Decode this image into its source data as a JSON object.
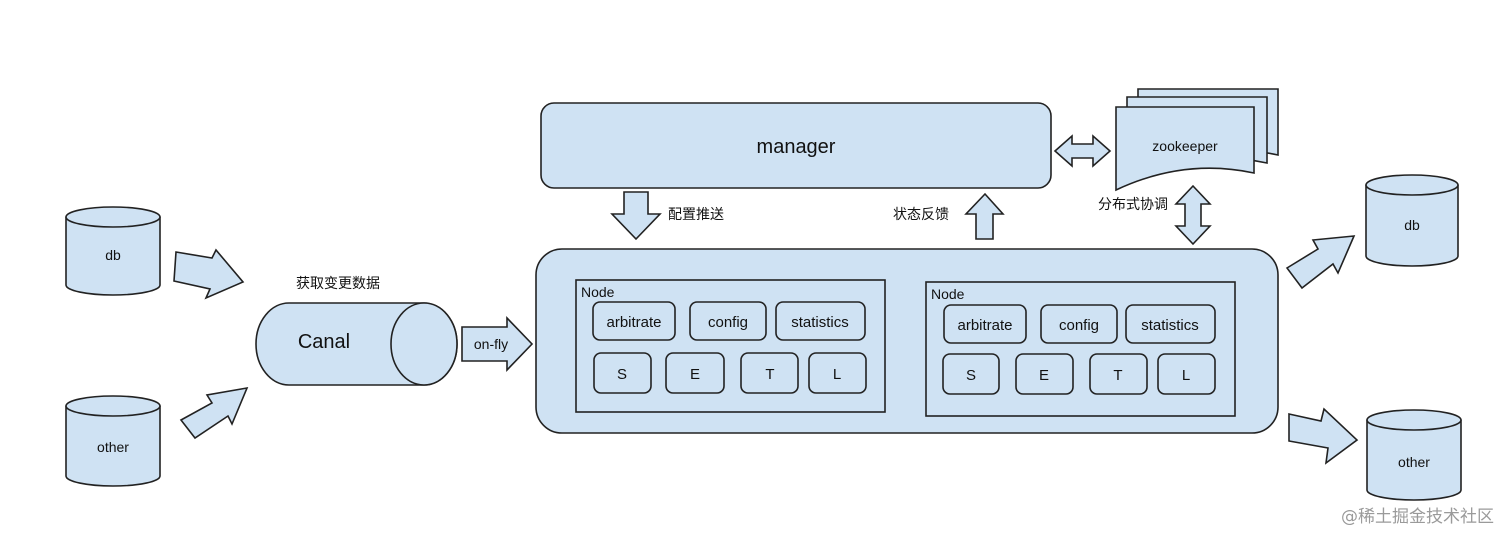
{
  "sources": {
    "db_label": "db",
    "other_label": "other"
  },
  "canal": {
    "label": "Canal",
    "caption": "获取变更数据",
    "onfly_label": "on-fly"
  },
  "manager": {
    "label": "manager",
    "push_label": "配置推送",
    "feedback_label": "状态反馈"
  },
  "zookeeper": {
    "label": "zookeeper",
    "coord_label": "分布式协调"
  },
  "nodes": [
    {
      "title": "Node",
      "top_buttons": [
        "arbitrate",
        "config",
        "statistics"
      ],
      "bottom_buttons": [
        "S",
        "E",
        "T",
        "L"
      ]
    },
    {
      "title": "Node",
      "top_buttons": [
        "arbitrate",
        "config",
        "statistics"
      ],
      "bottom_buttons": [
        "S",
        "E",
        "T",
        "L"
      ]
    }
  ],
  "targets": {
    "db_label": "db",
    "other_label": "other"
  },
  "watermark": "@稀土掘金技术社区",
  "colors": {
    "fill": "#cfe2f3",
    "stroke": "#222222",
    "watermark": "#9a9a9a"
  }
}
